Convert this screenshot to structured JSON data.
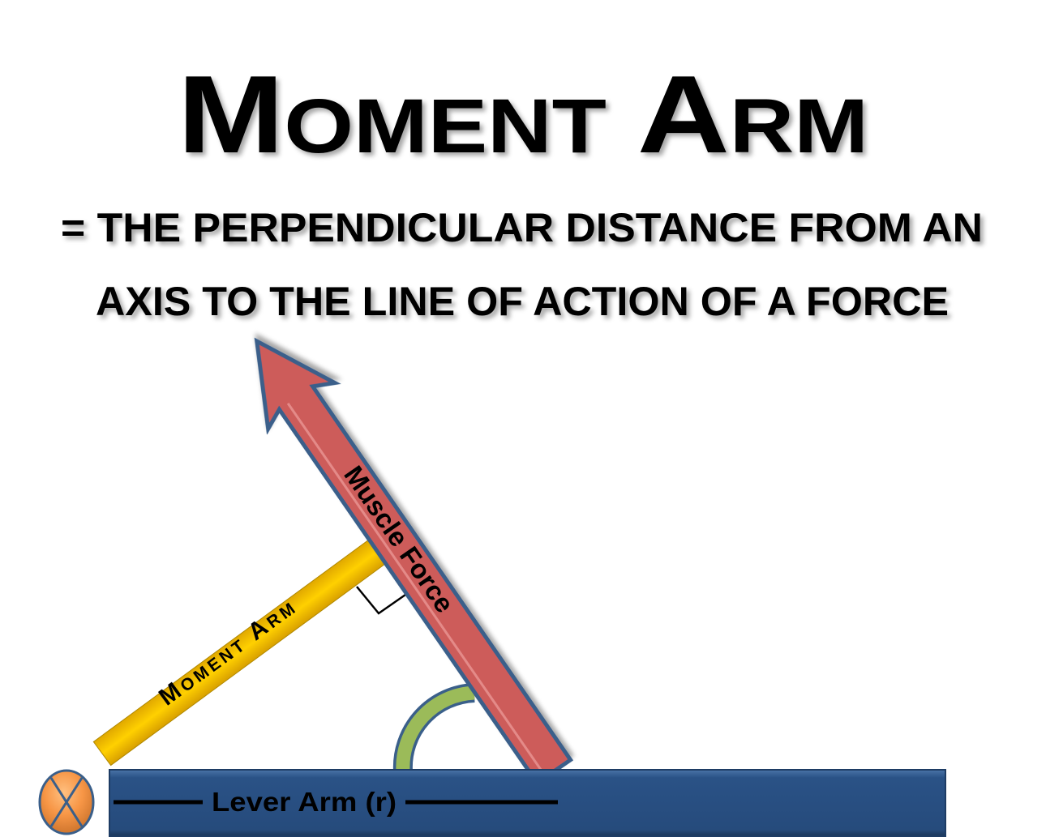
{
  "slide": {
    "title": "Moment Arm",
    "definition_line1": "= THE  PERPENDICULAR DISTANCE FROM AN",
    "definition_line2": "AXIS TO THE LINE OF ACTION OF A FORCE"
  },
  "diagram": {
    "force_label": "Muscle Force",
    "moment_arm_label": "Moment Arm",
    "lever_label": "Lever Arm (r)",
    "colors": {
      "force": "#cd5c5a",
      "moment_arm": "#f5c400",
      "lever": "#2a5286",
      "angle_arc": "#9bbb59",
      "axis": "#f79646",
      "outline": "#3a5f8a"
    }
  }
}
